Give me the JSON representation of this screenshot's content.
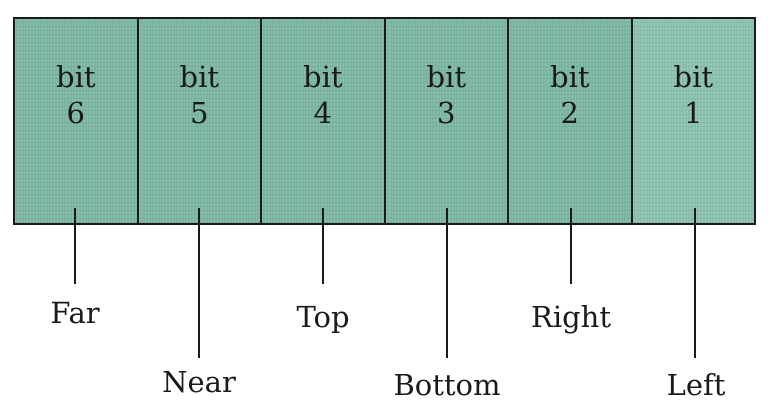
{
  "cells": [
    {
      "word": "bit",
      "number": "6",
      "signal": "Far"
    },
    {
      "word": "bit",
      "number": "5",
      "signal": "Near"
    },
    {
      "word": "bit",
      "number": "4",
      "signal": "Top"
    },
    {
      "word": "bit",
      "number": "3",
      "signal": "Bottom"
    },
    {
      "word": "bit",
      "number": "2",
      "signal": "Right"
    },
    {
      "word": "bit",
      "number": "1",
      "signal": "Left"
    }
  ]
}
